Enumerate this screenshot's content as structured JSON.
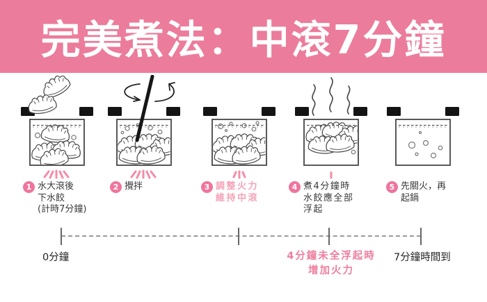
{
  "header": {
    "title": "完美煮法：中滾7分鐘"
  },
  "colors": {
    "banner-pink": "#ec7c9b",
    "circle-pink": "#ef759d",
    "highlight-pink": "#f4a3b8",
    "warning-pink": "#ee7f9e",
    "flame-pink": "#f58ca6"
  },
  "steps": [
    {
      "number": "1",
      "lines": [
        "水大滾後",
        "下水餃",
        "(計時7分鐘)"
      ]
    },
    {
      "number": "2",
      "lines": [
        "攪拌"
      ]
    },
    {
      "number": "3",
      "lines": [
        "調整火力",
        "維持中滾"
      ]
    },
    {
      "number": "4",
      "lines": [
        "煮4分鐘時",
        "水餃應全部",
        "浮起"
      ]
    },
    {
      "number": "5",
      "lines": [
        "先關火，再",
        "起鍋"
      ]
    }
  ],
  "icons": {
    "step1": "pot-dumplings-dropping-icon",
    "step2": "pot-stirring-chopstick-icon",
    "step3": "pot-medium-boil-icon",
    "step4": "pot-dumplings-floating-steam-icon",
    "step5": "pot-empty-icon"
  },
  "timeline": {
    "start_label": "0分鐘",
    "warning": [
      "4分鐘未全浮起時",
      "增加火力"
    ],
    "end_label": "7分鐘時間到"
  }
}
